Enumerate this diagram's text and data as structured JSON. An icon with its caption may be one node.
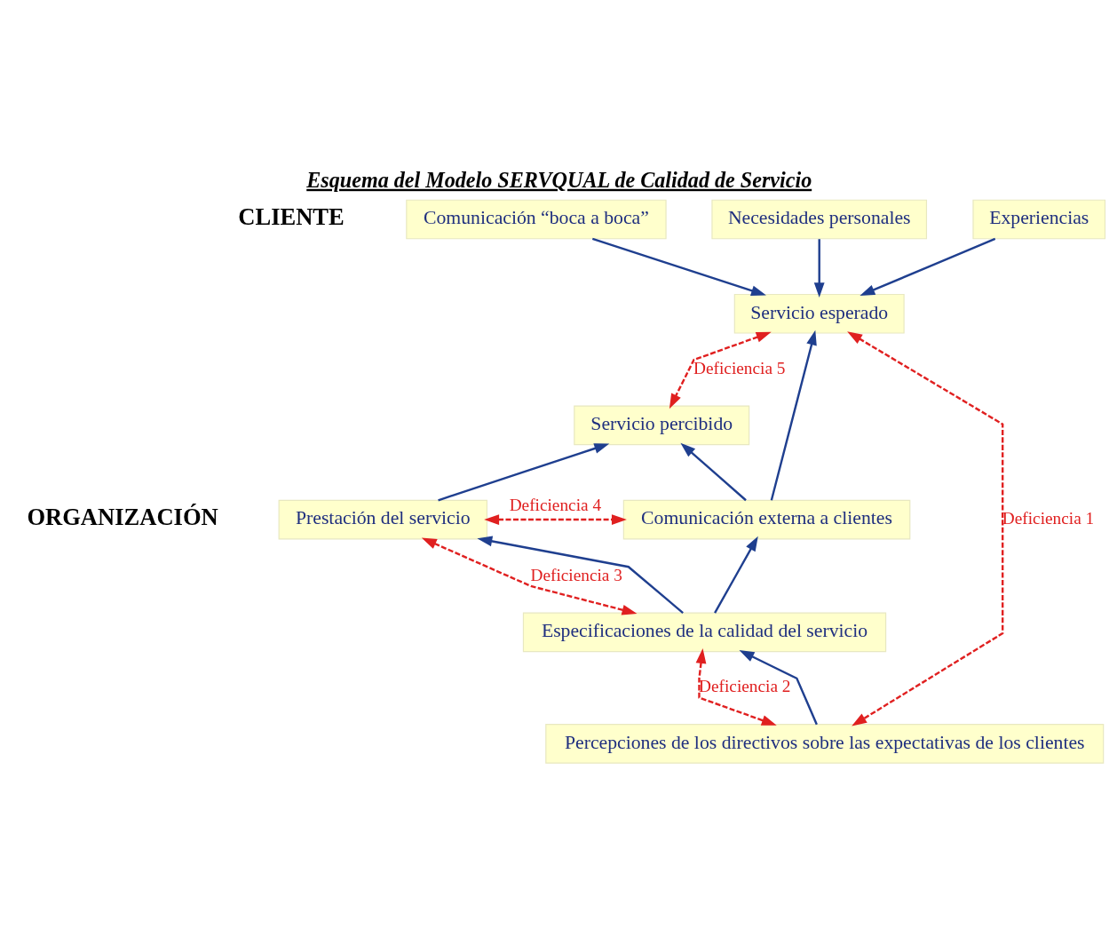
{
  "diagram": {
    "title": "Esquema del Modelo SERVQUAL de Calidad de Servicio",
    "nodes": [
      {
        "text": [
          "Comunicación “boca a boca”"
        ]
      },
      {
        "text": [
          "Necesidades personales"
        ]
      },
      {
        "text": [
          "Experiencias"
        ]
      },
      {
        "text": [
          "Servicio esperado"
        ]
      },
      {
        "text": [
          "Servicio percibido"
        ]
      },
      {
        "text": [
          "Prestación del servicio"
        ]
      },
      {
        "text": [
          "Comunicación externa a clientes"
        ]
      },
      {
        "text": [
          "Especificaciones de la calidad del servicio"
        ]
      },
      {
        "text": [
          "Percepciones de los directivos sobre las expectativas de los clientes"
        ]
      }
    ],
    "edges": [
      {
        "from": 0,
        "to": 3,
        "arrow": "to"
      },
      {
        "from": 1,
        "to": 3,
        "arrow": "to"
      },
      {
        "from": 2,
        "to": 3,
        "arrow": "to"
      },
      {
        "from": 6,
        "to": 3,
        "arrow": "to"
      },
      {
        "from": 3,
        "to": 4,
        "arrow": "both",
        "label": "Deficiencia 5",
        "style": "dashed",
        "color": "#e02020"
      },
      {
        "from": 6,
        "to": 4,
        "arrow": "to"
      },
      {
        "from": 5,
        "to": 4,
        "arrow": "to"
      },
      {
        "from": 5,
        "to": 6,
        "arrow": "both",
        "label": "Deficiencia 4",
        "style": "dashed",
        "color": "#e02020"
      },
      {
        "from": 5,
        "to": 7,
        "arrow": "both",
        "label": "Deficiencia 3",
        "style": "dashed",
        "color": "#e02020"
      },
      {
        "from": 7,
        "to": 5,
        "arrow": "to"
      },
      {
        "from": 7,
        "to": 6,
        "arrow": "to"
      },
      {
        "from": 7,
        "to": 8,
        "arrow": "both",
        "label": "Deficiencia 2",
        "style": "dashed",
        "color": "#e02020"
      },
      {
        "from": 8,
        "to": 7,
        "arrow": "to"
      },
      {
        "from": 3,
        "to": 8,
        "arrow": "both",
        "label": "Deficiencia 1",
        "style": "dashed",
        "color": "#e02020"
      }
    ],
    "labels": [
      "CLIENTE",
      "ORGANIZACIÓN"
    ]
  }
}
